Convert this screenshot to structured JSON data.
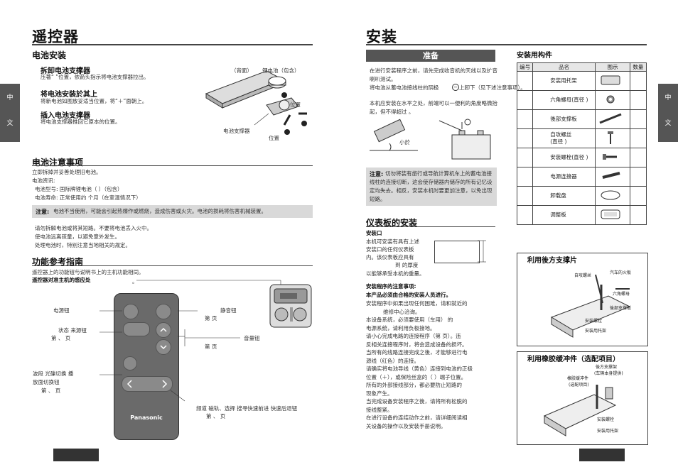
{
  "left": {
    "title": "遥控器",
    "battery_install": {
      "heading": "电池安装",
      "remove_title": "拆卸电池支撑器",
      "remove_text": "压著“ ”位置，依箭头指示将电池支撑器拉出。",
      "install_title": "将电池安装於其上",
      "install_text": "将新电池如图放妥适当位置，将“＋”面朝上。",
      "insert_title": "插入电池支撑器",
      "insert_text": "将电池支撑器推回它原本的位置。",
      "fig_back": "（背面）",
      "fig_battery": "锂电池（包含）",
      "fig_position1": "位置",
      "fig_holder": "电池支撑器",
      "fig_position2": "位置"
    },
    "battery_notes": {
      "heading": "电池注意事项",
      "line1": "立即拆掉并妥善处理旧电池。",
      "line2": "电池资讯:",
      "line3": "电池型号: 国际牌锂电池（        ）（包含）",
      "line4": "电池寿命: 正常使用约  个月（在室温情况下）",
      "note_label": "注意:",
      "note_text": "电池不当使用，可能会引起热爆作或燃烧，造成伤害或火灾。电池的损耗将伤害机械装置。",
      "line5": "请勿拆解电池或将其短路。不要将电池丢入火中。",
      "line6": "使电池远离孩童，以避免意外发生。",
      "line7": "处理电池时，特别注意当地相关的规定。"
    },
    "function_ref": {
      "heading": "功能参考指南",
      "line1": "遥控器上的功能钮与说明书上的主机功能相同。",
      "line2": "遥控器对准主机的感应处",
      "line2_end": "。",
      "label_power": "电源钮",
      "label_status": "状态 来源钮",
      "label_status_pages": "第    、    页",
      "label_mute": "静音钮",
      "label_mute_page": "第    页",
      "label_volume": "音量钮",
      "label_volume_page": "第    页",
      "label_band": "波段 光碟切换 播",
      "label_band2": "放面切换钮",
      "label_band_pages": "第    、    页",
      "label_tune": "频道 磁轨、选择 搜寻快速前进 快速后退钮",
      "label_tune_pages": "第    、    页",
      "brand": "Panasonic"
    },
    "side_tab": [
      "中",
      "文"
    ]
  },
  "right": {
    "title": "安装",
    "prep": {
      "heading": "准备",
      "p1": "在进行安装程序之前，请先完成收音机的天线以及扩音喇叭测试。",
      "p2": "将电池从蓄电池接线柱的阴极",
      "p2_end": "上卸下（见下述注意事项）。",
      "p3": "本机应安装在水平之处，前端可以一便利的角度略微抬起，但不得超过    。",
      "fig_label": "小於",
      "note_label": "注意:",
      "note_text": "切勿将装有旅行或导航计算机车上的蓄电池接线柱的连接切断，这会使存储器内储存的所有记忆设定均失去。相反，安装本机时要更加注意，以免出现短路。"
    },
    "dash": {
      "heading": "仪表板的安装",
      "opening_title": "安装口",
      "opening_text1": "本机可安装有具有上述",
      "opening_text2": "安装口的任何仪表板",
      "opening_text3": "内。该仪表板应具有",
      "opening_text4": "到       的厚度",
      "opening_text5": "以能够承受本机的重量。",
      "proc_title": "安装程序的注意事项:",
      "proc_sub": "本产品必须由合格的安装人员进行。",
      "lines": [
        "安装程序中如果出现任何困难，请和就近的",
        "维修中心洽询。",
        "本设备系统，必须要使用（车用）    的",
        "电源系统，请利用负极接地。",
        "请小心完成电路的连接程序（第    页）。违",
        "反相关连接程序时，将会造成设备的损坏。",
        "当所有的线路连接完成之後，才能够进行电",
        "源线（红色）的连接。",
        "请确实将电池导线（黄色）连接到电池的正极",
        "位置（＋），或保险丝盒的（      ）端子位置。",
        "所有的外部接线部分，都必要防止短路的",
        "现象产生。",
        "当完成设备安装程序之後，请将所有松脱的",
        "接线整紧。",
        "在进行设备的连结动作之前，请详细阅读相",
        "关设备的操作以及安装手册说明。"
      ]
    },
    "parts": {
      "heading": "安装用构件",
      "col_no": "编号",
      "col_name": "品名",
      "col_fig": "图示",
      "col_qty": "数量",
      "rows": [
        {
          "name": "安装用托架"
        },
        {
          "name": "六角螺母(直径         )"
        },
        {
          "name": "後部支撑板"
        },
        {
          "name": "自攻螺丝",
          "name2": "(直径          )"
        },
        {
          "name": "安装螺栓(直径         )"
        },
        {
          "name": "电源连接器"
        },
        {
          "name": "卸载盘"
        },
        {
          "name": "调整板"
        }
      ]
    },
    "rear_support": {
      "heading": "利用後方支撑片",
      "l1": "自攻螺丝",
      "l2": "汽车的火板",
      "l3": "六角螺母",
      "l4": "後部支撑板",
      "l5": "安装螺栓",
      "l6": "安装用托架"
    },
    "rubber": {
      "heading": "利用橡胶缓冲件（选配项目）",
      "l1": "後方支撑架",
      "l2": "(车辆本身提供)",
      "l3": "橡胶缓冲件",
      "l4": "(选配项目)",
      "l5": "安装螺栓",
      "l6": "安装用托架"
    },
    "side_tab": [
      "中",
      "文"
    ]
  }
}
